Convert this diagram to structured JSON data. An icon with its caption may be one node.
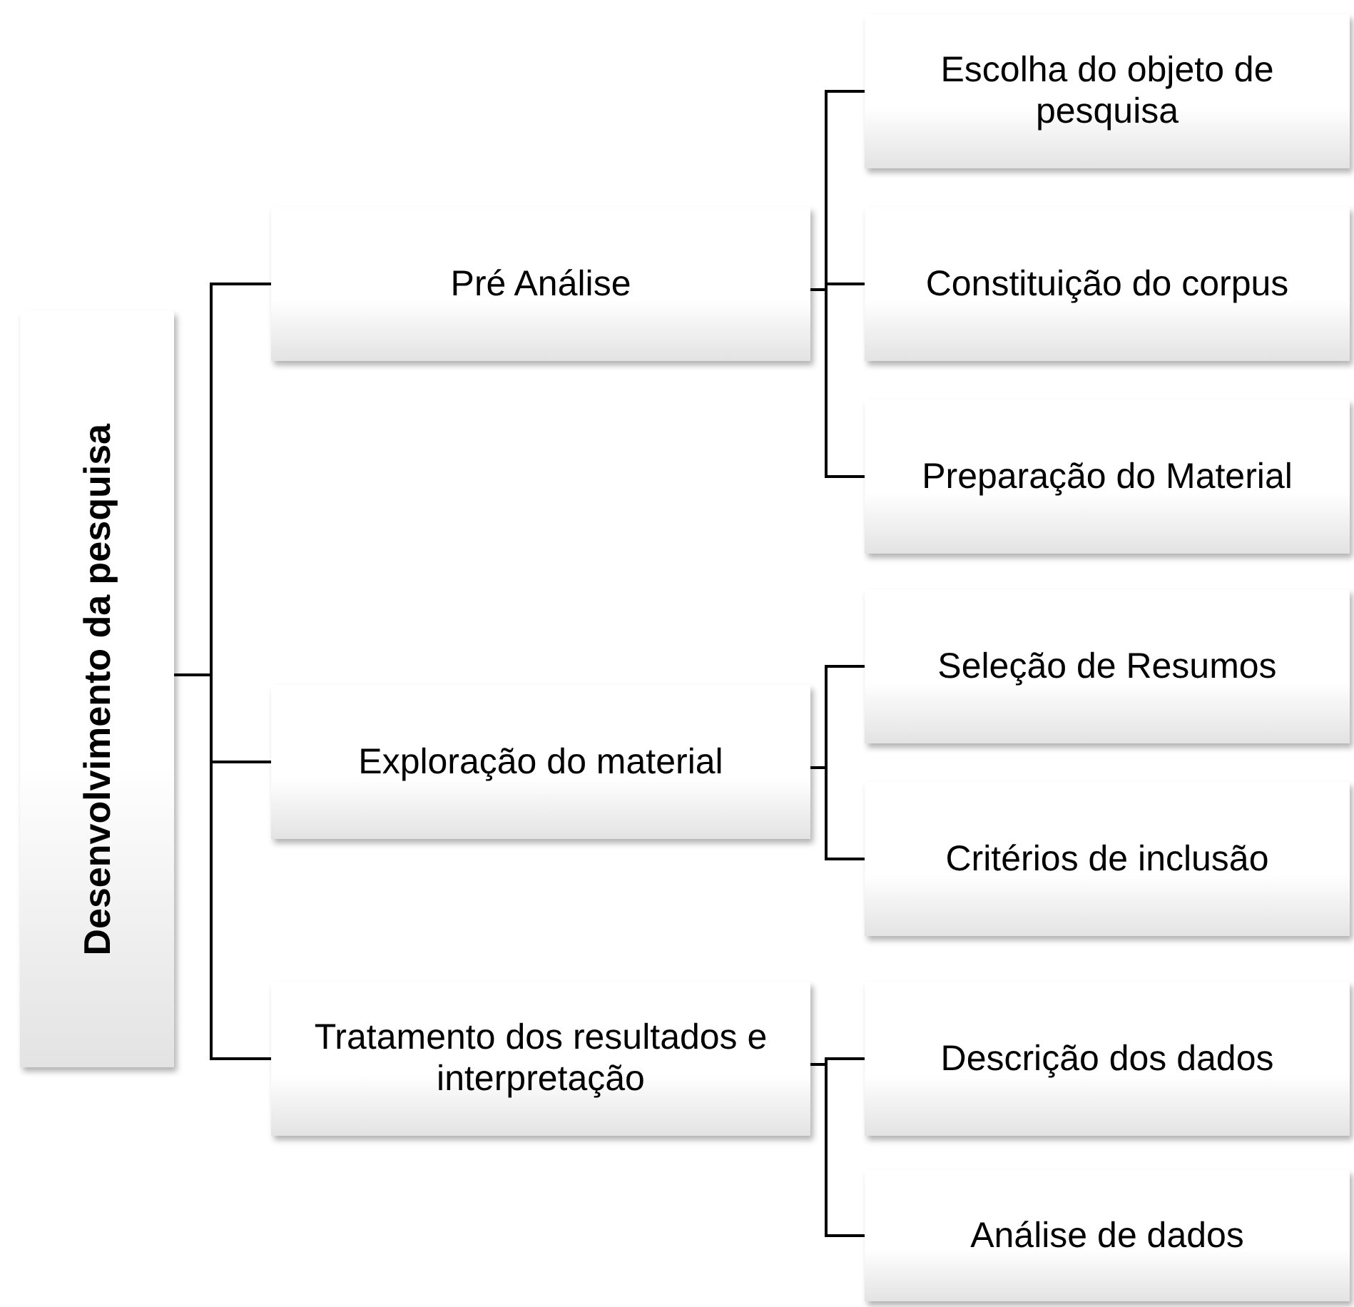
{
  "diagram": {
    "nodes": [
      {
        "text": [
          "Desenvolvimento da pesquisa"
        ]
      },
      {
        "text": [
          "Pré Análise"
        ]
      },
      {
        "text": [
          "Exploração do material"
        ]
      },
      {
        "text": [
          "Tratamento dos resultados e interpretação"
        ]
      },
      {
        "text": [
          "Escolha do objeto de pesquisa"
        ]
      },
      {
        "text": [
          "Constituição do corpus"
        ]
      },
      {
        "text": [
          "Preparação do Material"
        ]
      },
      {
        "text": [
          "Seleção de Resumos"
        ]
      },
      {
        "text": [
          "Critérios de inclusão"
        ]
      },
      {
        "text": [
          "Descrição dos dados"
        ]
      },
      {
        "text": [
          "Análise de dados"
        ]
      }
    ],
    "edges": [
      {
        "from": 0,
        "to": 1,
        "arrow": "none"
      },
      {
        "from": 0,
        "to": 2,
        "arrow": "none"
      },
      {
        "from": 0,
        "to": 3,
        "arrow": "none"
      },
      {
        "from": 1,
        "to": 4,
        "arrow": "none"
      },
      {
        "from": 1,
        "to": 5,
        "arrow": "none"
      },
      {
        "from": 1,
        "to": 6,
        "arrow": "none"
      },
      {
        "from": 2,
        "to": 7,
        "arrow": "none"
      },
      {
        "from": 2,
        "to": 8,
        "arrow": "none"
      },
      {
        "from": 3,
        "to": 9,
        "arrow": "none"
      },
      {
        "from": 3,
        "to": 10,
        "arrow": "none"
      }
    ]
  }
}
